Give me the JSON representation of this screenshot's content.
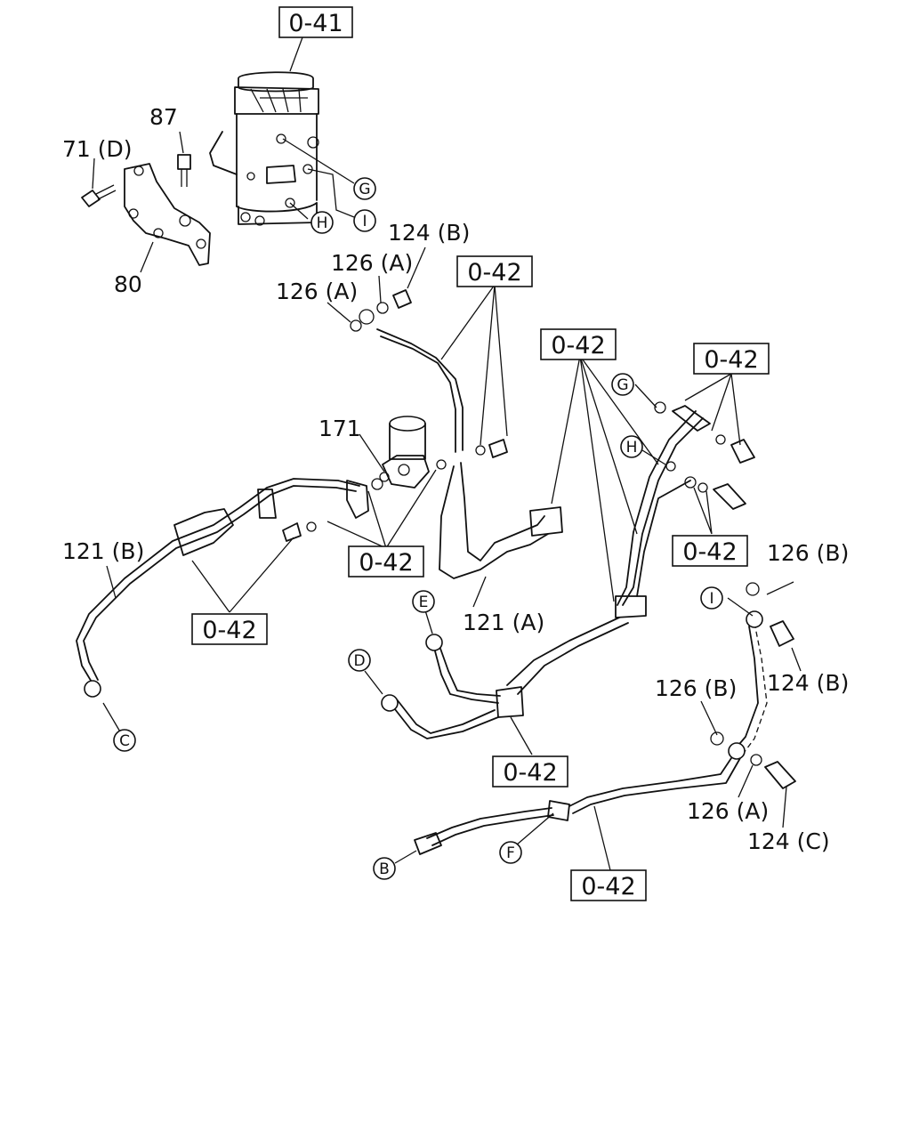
{
  "boxes": {
    "b_041": "0-41",
    "b_042_a": "0-42",
    "b_042_b": "0-42",
    "b_042_c": "0-42",
    "b_042_d": "0-42",
    "b_042_e": "0-42",
    "b_042_f": "0-42",
    "b_042_g": "0-42",
    "b_042_h": "0-42"
  },
  "labels": {
    "p87": "87",
    "p71d": "71 (D)",
    "p80": "80",
    "p124b_top": "124 (B)",
    "p126a_top1": "126 (A)",
    "p126a_top2": "126 (A)",
    "p171": "171",
    "p121b": "121 (B)",
    "p121a": "121 (A)",
    "p126b_r1": "126 (B)",
    "p124b_r": "124 (B)",
    "p126b_r2": "126 (B)",
    "p126a_r": "126 (A)",
    "p124c": "124 (C)"
  },
  "connectors": {
    "c_G1": "G",
    "c_I1": "I",
    "c_H1": "H",
    "c_G2": "G",
    "c_H2": "H",
    "c_E": "E",
    "c_D": "D",
    "c_I2": "I",
    "c_C": "C",
    "c_F": "F",
    "c_B": "B"
  }
}
